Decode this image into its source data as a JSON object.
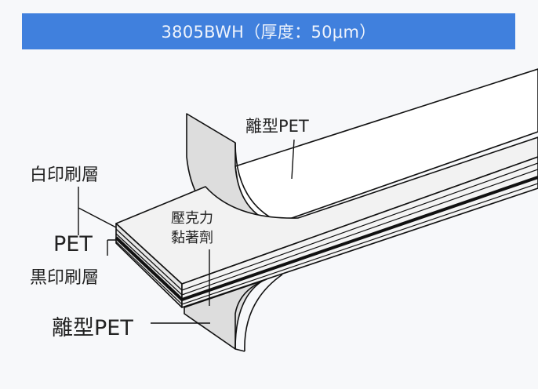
{
  "title": "3805BWH（厚度：50μm）",
  "labels": {
    "release_pet_top": "離型PET",
    "white_print_layer": "白印刷層",
    "pet": "PET",
    "black_print_layer": "黒印刷層",
    "adhesive_line1": "壓克力",
    "adhesive_line2": "黏著劑",
    "release_pet_bottom": "離型PET"
  },
  "colors": {
    "banner": "#4080dd"
  }
}
